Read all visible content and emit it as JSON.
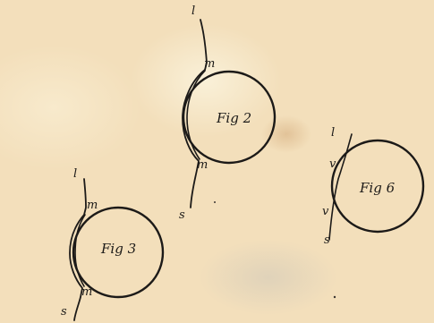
{
  "figures": [
    {
      "title": "Fig 2",
      "top_mark": "l",
      "upper_mark": "m",
      "lower_mark": "m",
      "bottom_mark": "s"
    },
    {
      "title": "Fig 3",
      "top_mark": "l",
      "upper_mark": "m",
      "lower_mark": "m",
      "bottom_mark": "s"
    },
    {
      "title": "Fig 6",
      "top_mark": "l",
      "upper_mark": "v",
      "lower_mark": "v",
      "bottom_mark": "s"
    }
  ],
  "colors": {
    "paper": "#f3dfbb",
    "ink": "#1c1a18"
  }
}
